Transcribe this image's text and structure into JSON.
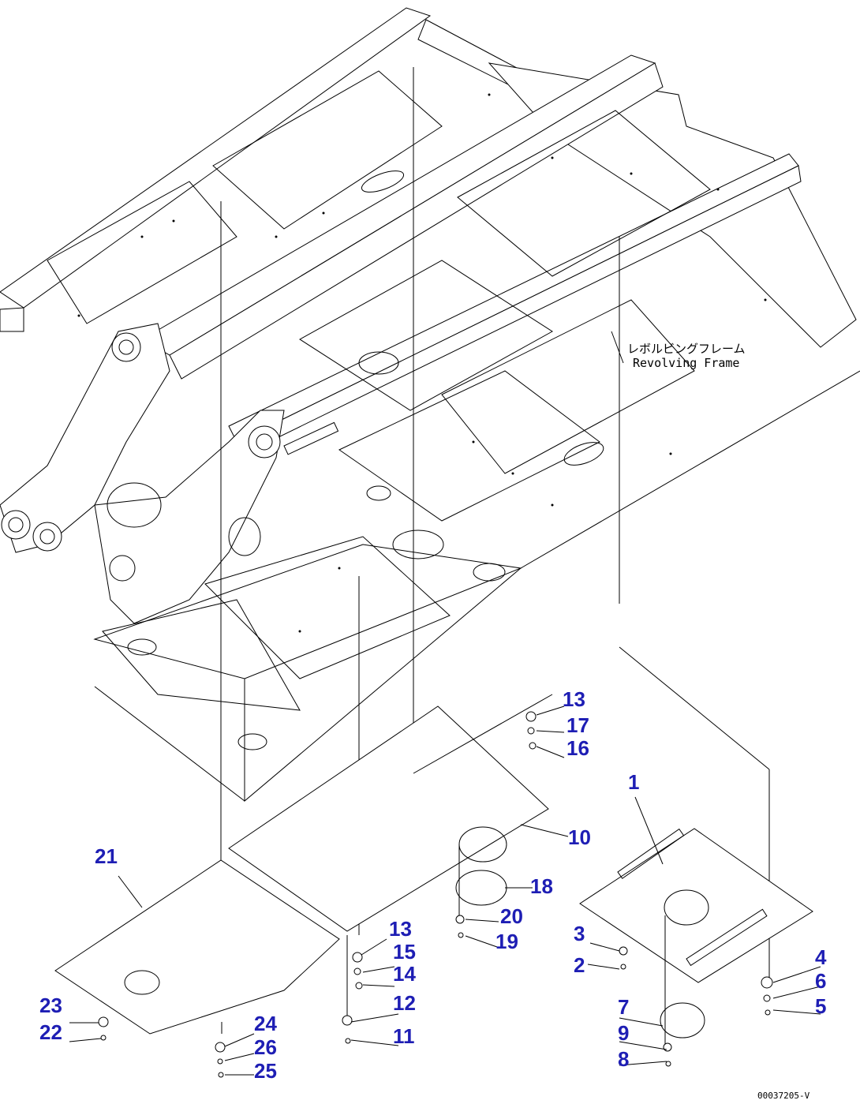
{
  "diagram": {
    "frame_label_jp": "レボルビングフレーム",
    "frame_label_en": "Revolving Frame",
    "drawing_code": "00037205-V",
    "callout_color": "#1e1eb4",
    "callouts": [
      {
        "label": "1"
      },
      {
        "label": "2"
      },
      {
        "label": "3"
      },
      {
        "label": "4"
      },
      {
        "label": "5"
      },
      {
        "label": "6"
      },
      {
        "label": "7"
      },
      {
        "label": "8"
      },
      {
        "label": "9"
      },
      {
        "label": "10"
      },
      {
        "label": "11"
      },
      {
        "label": "12"
      },
      {
        "label": "13"
      },
      {
        "label": "14"
      },
      {
        "label": "15"
      },
      {
        "label": "13"
      },
      {
        "label": "16"
      },
      {
        "label": "17"
      },
      {
        "label": "18"
      },
      {
        "label": "19"
      },
      {
        "label": "20"
      },
      {
        "label": "21"
      },
      {
        "label": "22"
      },
      {
        "label": "23"
      },
      {
        "label": "24"
      },
      {
        "label": "25"
      },
      {
        "label": "26"
      }
    ]
  }
}
